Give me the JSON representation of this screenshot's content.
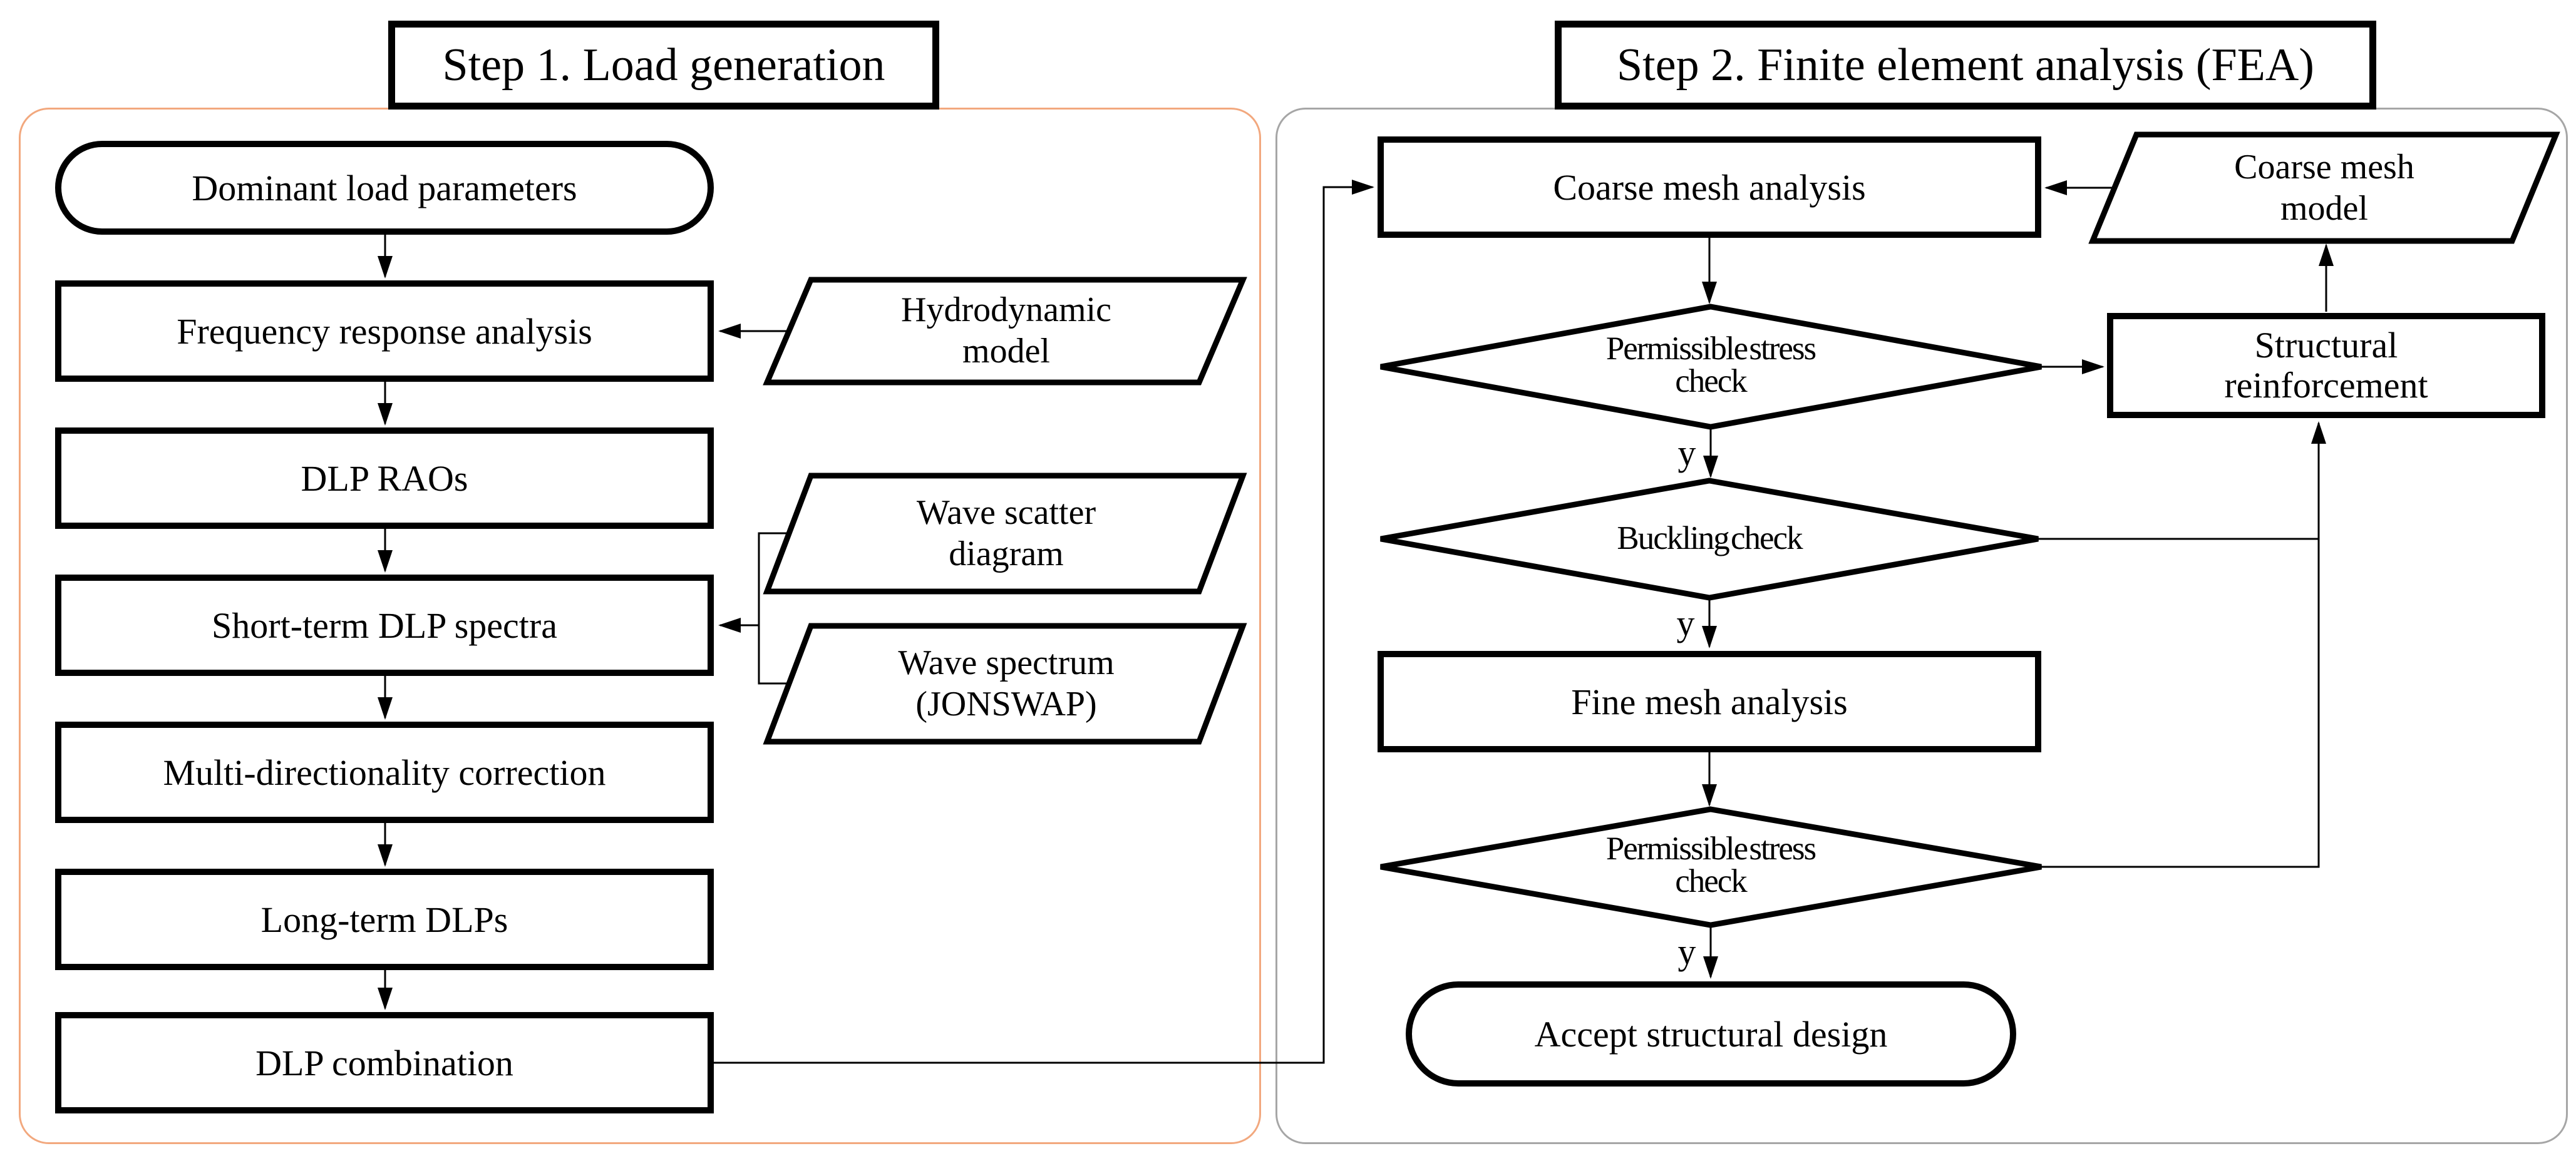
{
  "diagram": {
    "step1": {
      "title": "Step 1. Load generation",
      "nodes": {
        "dominant_load": "Dominant load parameters",
        "frequency_response": "Frequency response analysis",
        "hydrodynamic_model": "Hydrodynamic\nmodel",
        "dlp_raos": "DLP RAOs",
        "short_term_spectra": "Short-term DLP spectra",
        "wave_scatter": "Wave scatter\ndiagram",
        "wave_spectrum": "Wave spectrum\n(JONSWAP)",
        "multi_directionality": "Multi-directionality correction",
        "long_term_dlps": "Long-term DLPs",
        "dlp_combination": "DLP combination"
      }
    },
    "step2": {
      "title": "Step 2. Finite element analysis (FEA)",
      "nodes": {
        "coarse_mesh_analysis": "Coarse mesh analysis",
        "coarse_mesh_model": "Coarse mesh\nmodel",
        "permissible_stress_check_1": "Permissible stress\ncheck",
        "structural_reinforcement": "Structural\nreinforcement",
        "buckling_check": "Buckling check",
        "fine_mesh_analysis": "Fine mesh analysis",
        "permissible_stress_check_2": "Permissible stress\ncheck",
        "accept_design": "Accept structural design"
      },
      "branch_labels": {
        "yes": "y"
      }
    },
    "colors": {
      "step1_panel_border": "#F2A87E",
      "step2_panel_border": "#A6A6A6",
      "node_border": "#000000",
      "text": "#000000",
      "background": "#FFFFFF"
    }
  }
}
